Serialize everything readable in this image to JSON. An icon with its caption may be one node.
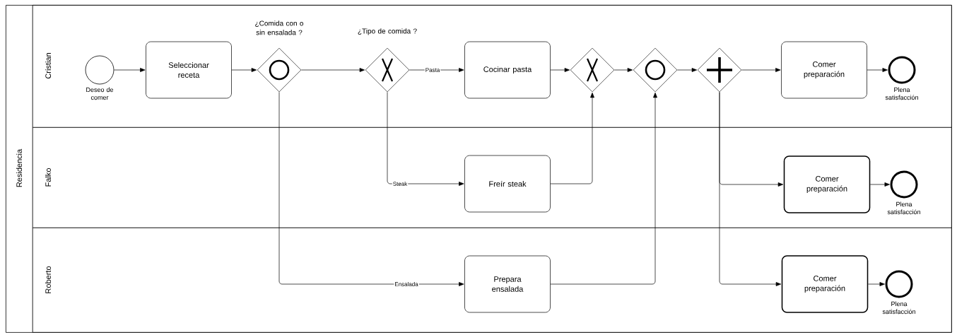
{
  "diagram": {
    "nodes": [
      {
        "text": [
          "Residencia"
        ]
      },
      {
        "text": [
          "Cristian"
        ],
        "in": 0
      },
      {
        "text": [
          "Falko"
        ],
        "in": 0
      },
      {
        "text": [
          "Roberto"
        ],
        "in": 0
      },
      {
        "text": [],
        "shape": "circle",
        "beside": [
          "Deseo de comer"
        ],
        "in": 1
      },
      {
        "text": [
          "Seleccionar receta"
        ],
        "in": 1
      },
      {
        "text": [
          "¿Comida con o sin ensalada ?"
        ],
        "in": 1
      },
      {
        "text": [
          "¿Tipo de comida ?"
        ],
        "in": 1
      },
      {
        "text": [
          "Cocinar pasta"
        ],
        "in": 1
      },
      {
        "text": [],
        "shape": "diamond",
        "in": 1
      },
      {
        "text": [],
        "shape": "diamond",
        "in": 1
      },
      {
        "text": [],
        "shape": "diamond",
        "in": 1
      },
      {
        "text": [
          "Comer preparación"
        ],
        "in": 1
      },
      {
        "text": [],
        "shape": "circle",
        "beside": [
          "Plena satisfacción"
        ],
        "in": 1
      },
      {
        "text": [
          "Freír steak"
        ],
        "in": 2
      },
      {
        "text": [
          "Comer preparación"
        ],
        "in": 2
      },
      {
        "text": [],
        "shape": "circle",
        "beside": [
          "Plena satisfacción"
        ],
        "in": 2
      },
      {
        "text": [
          "Prepara ensalada"
        ],
        "in": 3
      },
      {
        "text": [
          "Comer preparación"
        ],
        "in": 3
      },
      {
        "text": [],
        "shape": "circle",
        "beside": [
          "Plena satisfacción"
        ],
        "in": 3
      }
    ],
    "edges": [
      {
        "from": 4,
        "to": 5,
        "arrow": "to"
      },
      {
        "from": 5,
        "to": 6,
        "arrow": "to"
      },
      {
        "from": 6,
        "to": 7,
        "arrow": "to"
      },
      {
        "from": 7,
        "to": 8,
        "arrow": "to",
        "label": "Pasta"
      },
      {
        "from": 8,
        "to": 9,
        "arrow": "to"
      },
      {
        "from": 9,
        "to": 10,
        "arrow": "to"
      },
      {
        "from": 10,
        "to": 11,
        "arrow": "to"
      },
      {
        "from": 11,
        "to": 12,
        "arrow": "to"
      },
      {
        "from": 12,
        "to": 13,
        "arrow": "to"
      },
      {
        "from": 7,
        "to": 14,
        "arrow": "to",
        "label": "Steak"
      },
      {
        "from": 14,
        "to": 9,
        "arrow": "to"
      },
      {
        "from": 6,
        "to": 17,
        "arrow": "to",
        "label": "Ensalada"
      },
      {
        "from": 17,
        "to": 10,
        "arrow": "to"
      },
      {
        "from": 11,
        "to": 15,
        "arrow": "to"
      },
      {
        "from": 15,
        "to": 16,
        "arrow": "to"
      },
      {
        "from": 11,
        "to": 18,
        "arrow": "to"
      },
      {
        "from": 18,
        "to": 19,
        "arrow": "to"
      }
    ]
  }
}
